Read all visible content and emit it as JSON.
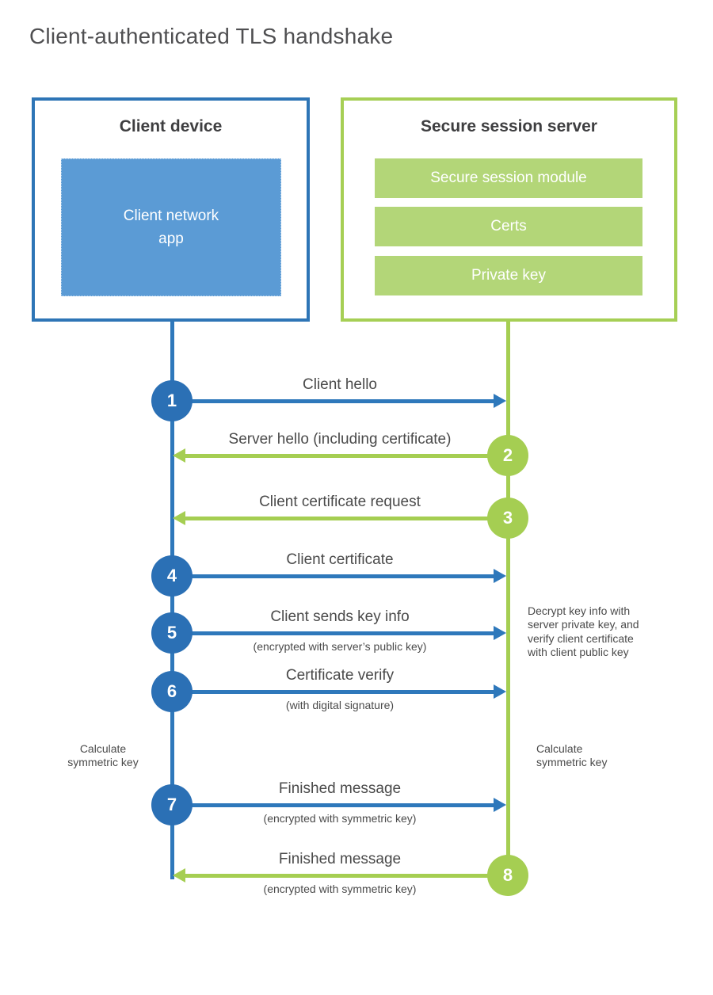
{
  "title": "Client-authenticated TLS handshake",
  "client": {
    "title": "Client device",
    "app": "Client network\napp"
  },
  "server": {
    "title": "Secure session server",
    "modules": [
      {
        "label": "Secure session module"
      },
      {
        "label": "Certs"
      },
      {
        "label": "Private key"
      }
    ]
  },
  "steps": [
    {
      "num": "1",
      "label": "Client hello",
      "actor": "client",
      "direction": "right"
    },
    {
      "num": "2",
      "label": "Server hello (including certificate)",
      "actor": "server",
      "direction": "left"
    },
    {
      "num": "3",
      "label": "Client certificate request",
      "actor": "server",
      "direction": "left"
    },
    {
      "num": "4",
      "label": "Client certificate",
      "actor": "client",
      "direction": "right"
    },
    {
      "num": "5",
      "label": "Client sends key info",
      "sub": "(encrypted with server’s public key)",
      "actor": "client",
      "direction": "right"
    },
    {
      "num": "6",
      "label": "Certificate verify",
      "sub": "(with digital signature)",
      "actor": "client",
      "direction": "right"
    },
    {
      "num": "7",
      "label": "Finished message",
      "sub": "(encrypted with symmetric key)",
      "actor": "client",
      "direction": "right"
    },
    {
      "num": "8",
      "label": "Finished message",
      "sub": "(encrypted with symmetric key)",
      "actor": "server",
      "direction": "left"
    }
  ],
  "notes": {
    "decrypt": "Decrypt key info with\nserver private key, and\nverify client certificate\nwith client public key",
    "calc_left": "Calculate\nsymmetric key",
    "calc_right": "Calculate\nsymmetric key"
  },
  "colors": {
    "blue": "#2E75B6",
    "blue_fill": "#5B9BD5",
    "green": "#A5CE52",
    "green_fill": "#B3D678"
  }
}
